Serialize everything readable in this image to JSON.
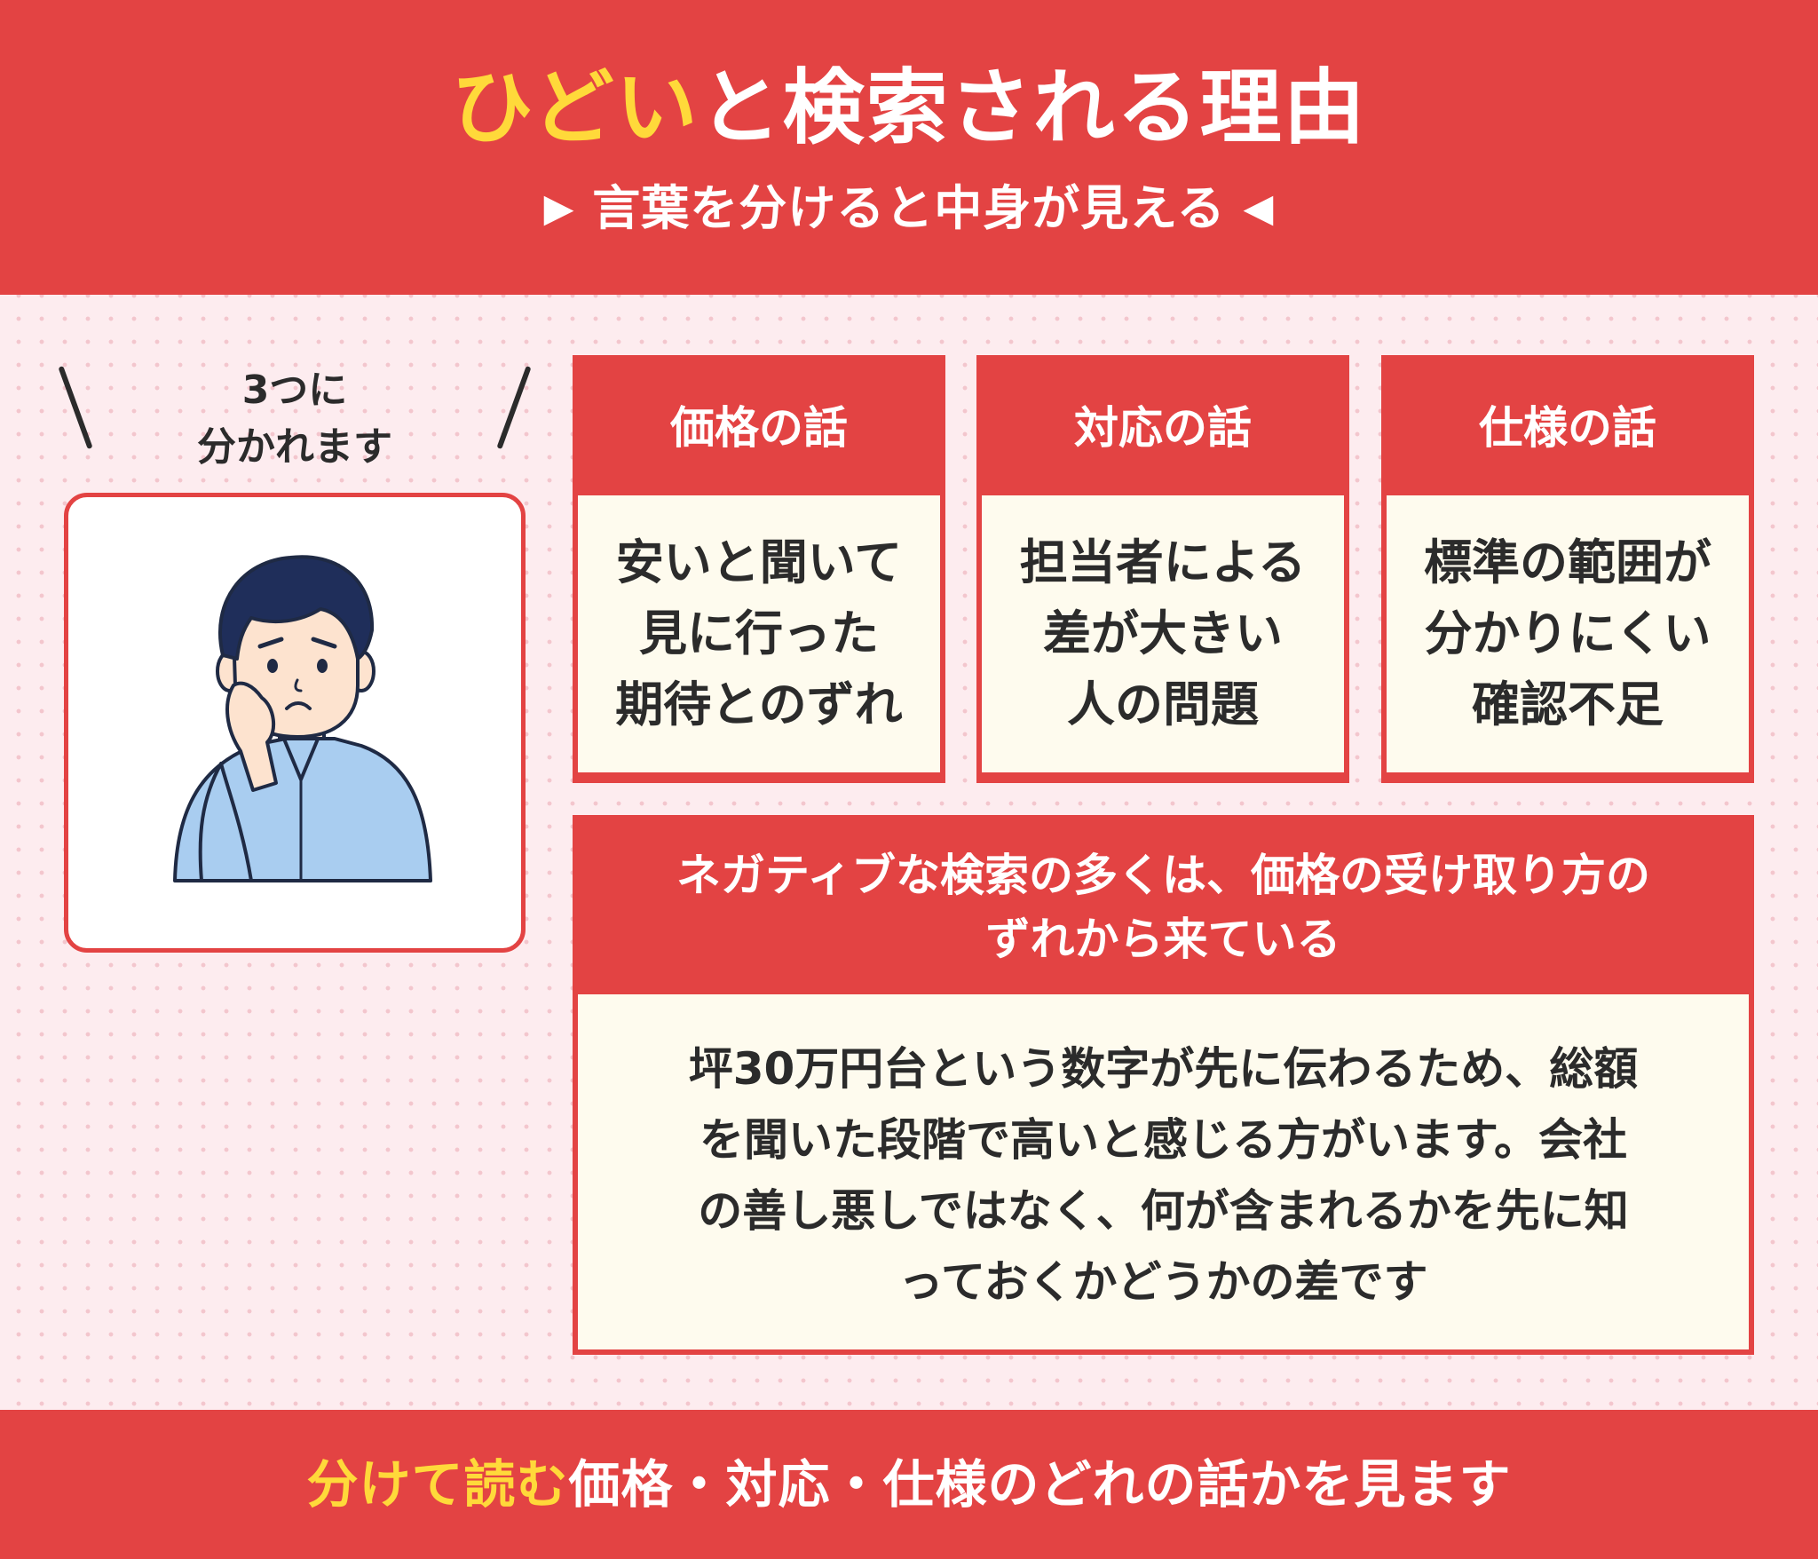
{
  "header": {
    "title_highlight": "ひどい",
    "title_rest": "と検索される理由",
    "subtitle_left_marker": "▶",
    "subtitle": "言葉を分けると中身が見える",
    "subtitle_right_marker": "◀"
  },
  "callout": {
    "line1": "3つに",
    "line2": "分かれます"
  },
  "illustration": {
    "icon": "worried-man-illustration"
  },
  "cards": [
    {
      "title": "価格の話",
      "lines": [
        "安いと聞いて",
        "見に行った",
        "期待とのずれ"
      ]
    },
    {
      "title": "対応の話",
      "lines": [
        "担当者による",
        "差が大きい",
        "人の問題"
      ]
    },
    {
      "title": "仕様の話",
      "lines": [
        "標準の範囲が",
        "分かりにくい",
        "確認不足"
      ]
    }
  ],
  "summary": {
    "title_line1": "ネガティブな検索の多くは、価格の受け取り方の",
    "title_line2": "ずれから来ている",
    "body_lines": [
      "坪30万円台という数字が先に伝わるため、総額",
      "を聞いた段階で高いと感じる方がいます。会社",
      "の善し悪しではなく、何が含まれるかを先に知",
      "っておくかどうかの差です"
    ]
  },
  "footer": {
    "highlight": "分けて読む",
    "text": "価格・対応・仕様のどれの話かを見ます"
  },
  "colors": {
    "primary_red": "#e34343",
    "highlight_yellow": "#ffd93a",
    "card_body": "#fefbee",
    "page_background": "#fdecef"
  }
}
